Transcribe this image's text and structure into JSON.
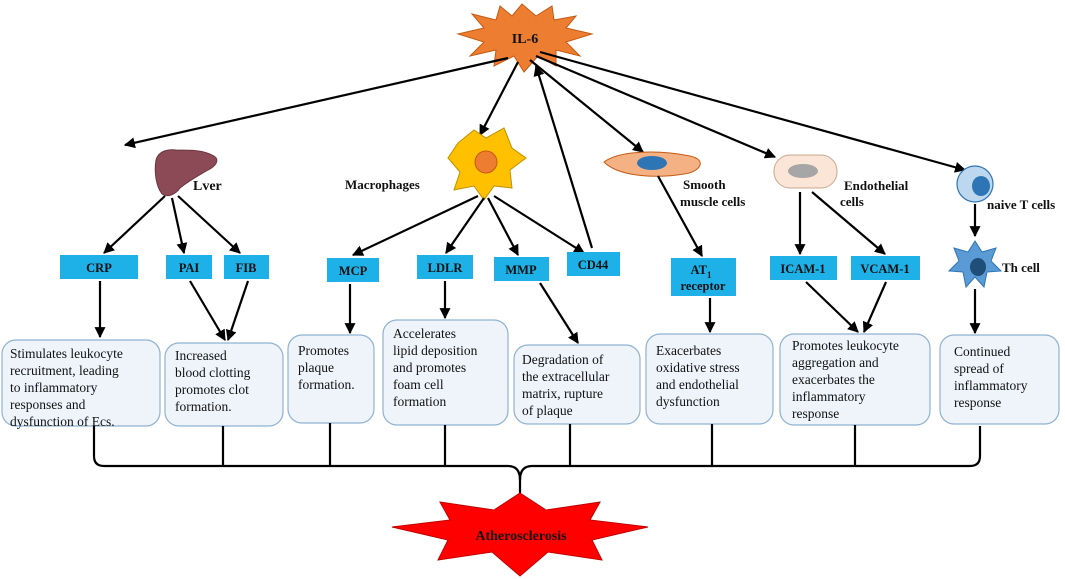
{
  "hub": {
    "label": "IL-6",
    "color": "#ED7D31"
  },
  "outcome": {
    "label": "Atherosclerosis",
    "color": "#FF0000"
  },
  "targets": {
    "liver": "Lver",
    "macrophages": "Macrophages",
    "smooth_muscle": [
      "Smooth",
      "muscle cells"
    ],
    "endothelial": [
      "Endothelial",
      "cells"
    ],
    "naive_t": "naive T cells",
    "th_cell": "Th cell"
  },
  "mediators": {
    "crp": "CRP",
    "pai": "PAI",
    "fib": "FIB",
    "mcp": "MCP",
    "ldlr": "LDLR",
    "mmp": "MMP",
    "cd44": "CD44",
    "at1": {
      "main": "AT",
      "sub": "1",
      "line2": "receptor"
    },
    "icam": "ICAM-1",
    "vcam": "VCAM-1"
  },
  "effects": {
    "crp": [
      "Stimulates leukocyte",
      "recruitment, leading",
      "to inflammatory",
      "responses and",
      "dysfunction of Ecs."
    ],
    "clot": [
      "Increased",
      "blood clotting",
      "promotes clot",
      "formation."
    ],
    "plaque": [
      "Promotes",
      "plaque",
      "formation."
    ],
    "lipid": [
      "Accelerates",
      "lipid deposition",
      "and promotes",
      "foam cell",
      "formation"
    ],
    "degradation": [
      "Degradation of",
      "the extracellular",
      "matrix, rupture",
      "of plaque"
    ],
    "oxidative": [
      "Exacerbates",
      "oxidative stress",
      "and endothelial",
      "dysfunction"
    ],
    "leukocyte": [
      "Promotes leukocyte",
      "aggregation and",
      "exacerbates the",
      "inflammatory",
      "response"
    ],
    "spread": [
      "Continued",
      "spread of",
      "inflammatory",
      "response"
    ]
  },
  "colors": {
    "mediator_fill": "#1EB1E8",
    "effect_fill": "#EEF4FA",
    "effect_stroke": "#8FB2D0",
    "liver": "#8B4A55",
    "macrophage": "#FFC000",
    "macrophage_nucleus": "#ED7D31",
    "smooth_muscle": "#F4B183",
    "smooth_muscle_nucleus": "#2E75B6",
    "endothelial": "#FBE5D6",
    "endothelial_nucleus": "#A6A6A6",
    "t_cell": "#BDD7EE",
    "t_cell_nucleus": "#2E75B6",
    "th_cell": "#5B9BD5"
  }
}
